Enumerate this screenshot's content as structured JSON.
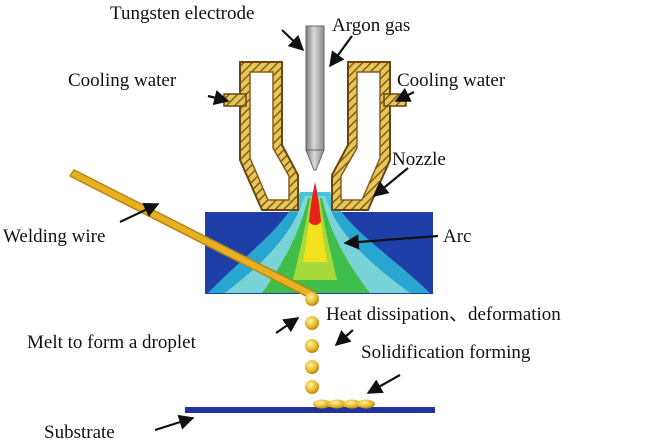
{
  "labels": {
    "tungsten_electrode": "Tungsten electrode",
    "argon_gas": "Argon gas",
    "cooling_water_left": "Cooling water",
    "cooling_water_right": "Cooling water",
    "nozzle": "Nozzle",
    "welding_wire": "Welding wire",
    "arc": "Arc",
    "heat_dissipation": "Heat dissipation、deformation",
    "melt_droplet": "Melt to form a droplet",
    "solidification": "Solidification forming",
    "substrate": "Substrate"
  },
  "colors": {
    "nozzle_hatch": "#8b5a1b",
    "nozzle_fill": "#e3c95a",
    "electrode": "#a8a8a8",
    "plasma_box": "#1e3fa8",
    "arc_core": "#e8231b",
    "arc_yellow": "#f2e21c",
    "arc_green": "#3fbe4c",
    "arc_cyan": "#2bb9d7",
    "wire": "#e7b123",
    "droplet": "#e8b92a",
    "substrate": "#2234a0"
  },
  "icons": {
    "droplet": "circle",
    "arrow": "black-arrow"
  }
}
